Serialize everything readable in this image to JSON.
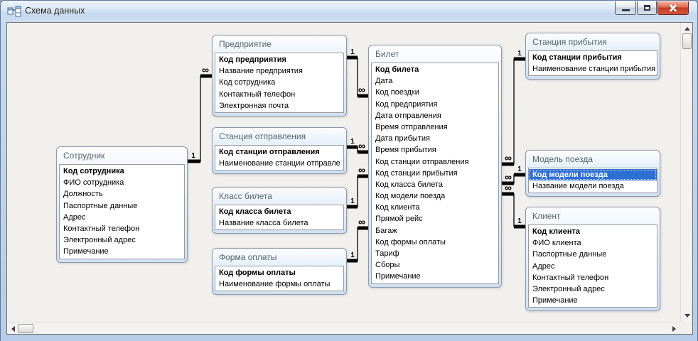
{
  "window": {
    "title": "Схема данных",
    "controls": {
      "minimize": "minimize",
      "maximize": "maximize",
      "close": "close"
    }
  },
  "diagram": {
    "tables": [
      {
        "id": "predpriyatie",
        "title": "Предприятие",
        "fields": [
          {
            "label": "Код предприятия",
            "bold": true
          },
          {
            "label": "Название предприятия"
          },
          {
            "label": "Код сотрудника"
          },
          {
            "label": "Контактный телефон"
          },
          {
            "label": "Электронная почта"
          }
        ]
      },
      {
        "id": "st_otpravleniya",
        "title": "Станция отправления",
        "fields": [
          {
            "label": "Код станции отправления",
            "bold": true
          },
          {
            "label": "Наименование станции отправле"
          }
        ]
      },
      {
        "id": "klass_bileta",
        "title": "Класс билета",
        "fields": [
          {
            "label": "Код класса билета",
            "bold": true
          },
          {
            "label": "Название класса билета"
          }
        ]
      },
      {
        "id": "forma_oplaty",
        "title": "Форма оплаты",
        "fields": [
          {
            "label": "Код формы оплаты",
            "bold": true
          },
          {
            "label": "Наименование формы оплаты"
          }
        ]
      },
      {
        "id": "sotrudnik",
        "title": "Сотрудник",
        "fields": [
          {
            "label": "Код сотрудника",
            "bold": true
          },
          {
            "label": "ФИО сотрудника"
          },
          {
            "label": "Должность"
          },
          {
            "label": "Паспортные данные"
          },
          {
            "label": "Адрес"
          },
          {
            "label": "Контактный телефон"
          },
          {
            "label": "Электронный адрес"
          },
          {
            "label": "Примечание"
          }
        ]
      },
      {
        "id": "bilet",
        "title": "Билет",
        "fields": [
          {
            "label": "Код билета",
            "bold": true
          },
          {
            "label": "Дата"
          },
          {
            "label": "Код поездки"
          },
          {
            "label": "Код предприятия"
          },
          {
            "label": "Дата отправления"
          },
          {
            "label": "Время отправления"
          },
          {
            "label": "Дата прибытия"
          },
          {
            "label": "Время прибытия"
          },
          {
            "label": "Код станции отправления"
          },
          {
            "label": "Код станции прибытия"
          },
          {
            "label": "Код класса билета"
          },
          {
            "label": "Код модели поезда"
          },
          {
            "label": "Код клиента"
          },
          {
            "label": "Прямой рейс"
          },
          {
            "label": "Багаж"
          },
          {
            "label": "Код формы оплаты"
          },
          {
            "label": "Тариф"
          },
          {
            "label": "Сборы"
          },
          {
            "label": "Примечание"
          }
        ]
      },
      {
        "id": "st_pribytiya",
        "title": "Станция прибытия",
        "fields": [
          {
            "label": "Код станции прибытия",
            "bold": true
          },
          {
            "label": "Наименование станции прибытия"
          }
        ]
      },
      {
        "id": "model_poezda",
        "title": "Модель поезда",
        "fields": [
          {
            "label": "Код модели поезда",
            "bold": true,
            "selected": true
          },
          {
            "label": "Название модели поезда"
          }
        ]
      },
      {
        "id": "klient",
        "title": "Клиент",
        "fields": [
          {
            "label": "Код клиента",
            "bold": true
          },
          {
            "label": "ФИО клиента"
          },
          {
            "label": "Паспортные данные"
          },
          {
            "label": "Адрес"
          },
          {
            "label": "Контактный телефон"
          },
          {
            "label": "Электронный адрес"
          },
          {
            "label": "Примечание"
          }
        ]
      }
    ],
    "relationships": [
      {
        "one": "sotrudnik",
        "many": "predpriyatie",
        "one_label": "1",
        "many_label": "∞"
      },
      {
        "one": "predpriyatie",
        "many": "bilet",
        "one_label": "1",
        "many_label": "∞"
      },
      {
        "one": "st_otpravleniya",
        "many": "bilet",
        "one_label": "1",
        "many_label": "∞"
      },
      {
        "one": "klass_bileta",
        "many": "bilet",
        "one_label": "1",
        "many_label": "∞"
      },
      {
        "one": "forma_oplaty",
        "many": "bilet",
        "one_label": "1",
        "many_label": "∞"
      },
      {
        "one": "st_pribytiya",
        "many": "bilet",
        "one_label": "1",
        "many_label": "∞"
      },
      {
        "one": "model_poezda",
        "many": "bilet",
        "one_label": "1",
        "many_label": "∞"
      },
      {
        "one": "klient",
        "many": "bilet",
        "one_label": "1",
        "many_label": "∞"
      }
    ]
  },
  "colors": {
    "selection_bg": "#2e6fd4",
    "selection_text": "#ffffff",
    "close_button": "#c9453a",
    "entity_border": "#8d9aa9",
    "canvas_bg": "#f1f0ed"
  }
}
